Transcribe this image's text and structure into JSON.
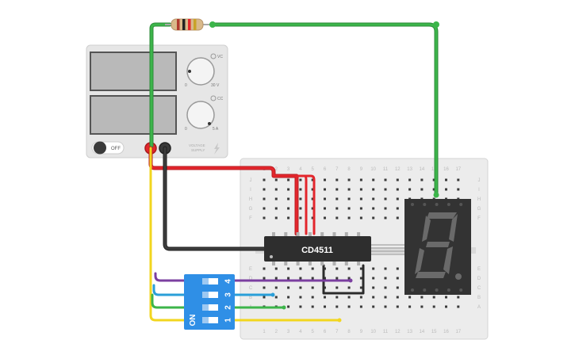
{
  "power_supply": {
    "knob1_label": "VC",
    "knob1_min": "0",
    "knob1_max": "30 V",
    "knob2_label": "CC",
    "knob2_min": "0",
    "knob2_max": "5 A",
    "switch_label": "OFF",
    "caption_line1": "VOLTAGE",
    "caption_line2": "SUPPLY"
  },
  "chip": {
    "label": "CD4511"
  },
  "dip_switch": {
    "on_label": "ON",
    "numbers": [
      "4",
      "3",
      "2",
      "1"
    ]
  },
  "breadboard": {
    "row_letters_left": [
      "J",
      "I",
      "H",
      "G",
      "F",
      "E",
      "D",
      "C",
      "B",
      "A"
    ],
    "row_letters_right": [
      "J",
      "I",
      "H",
      "G",
      "F",
      "E",
      "D",
      "C",
      "B",
      "A"
    ],
    "column_numbers": [
      "1",
      "2",
      "3",
      "4",
      "5",
      "6",
      "7",
      "8",
      "9",
      "10",
      "11",
      "12",
      "13",
      "14",
      "15",
      "16",
      "17"
    ]
  },
  "colors": {
    "wire_red": "#e3262c",
    "wire_black": "#333333",
    "wire_green": "#3cb54a",
    "wire_yellow": "#f2d61f",
    "wire_purple": "#7b3fa0",
    "wire_blue": "#2a9fd8",
    "dip_body": "#2f8fe6",
    "display_body": "#333333",
    "segment_off": "#6a6a6a"
  },
  "display": {
    "decimal_point": "dp"
  },
  "resistor": {
    "bands": [
      "#b03a2e",
      "#222222",
      "#e3262c",
      "#c9a227"
    ]
  }
}
